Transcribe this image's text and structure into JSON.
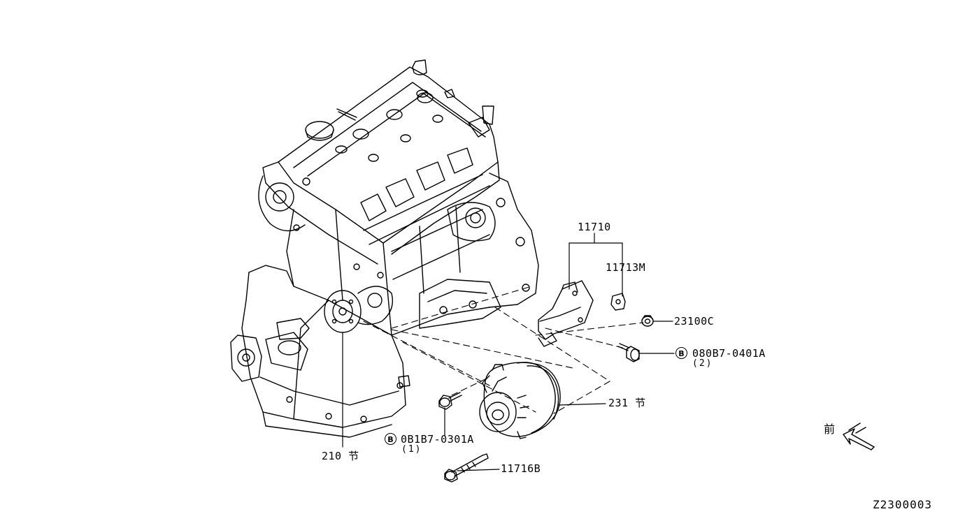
{
  "diagram_id": "Z2300003",
  "front_indicator": {
    "label": "前",
    "icon": "front-direction-arrow-icon"
  },
  "bolt_marker": "B",
  "callouts": {
    "alternator_assembly": {
      "part_number": "11710"
    },
    "adjusting_bracket": {
      "part_number": "11713M"
    },
    "nut": {
      "part_number": "23100C"
    },
    "bolt_upper": {
      "part_number": "080B7-0401A",
      "quantity": "(2)"
    },
    "alternator": {
      "part_number": "231 节"
    },
    "bolt_lower": {
      "part_number": "0B1B7-0301A",
      "quantity": "(1)"
    },
    "long_bolt": {
      "part_number": "11716B"
    },
    "engine": {
      "part_number": "210 节"
    }
  },
  "line_color": "#000000",
  "background_color": "#ffffff"
}
